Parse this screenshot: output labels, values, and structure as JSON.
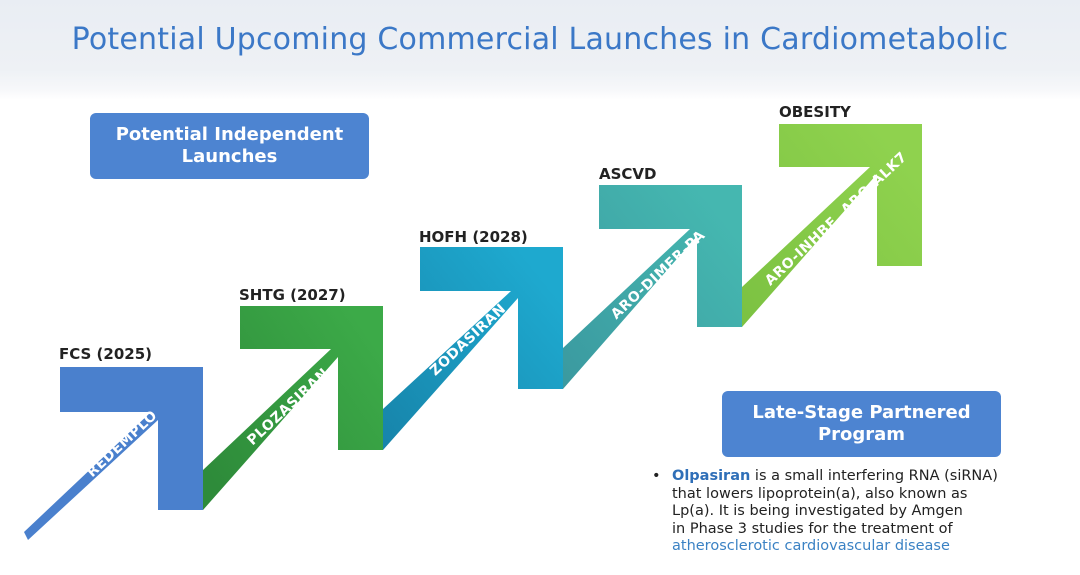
{
  "title": "Potential Upcoming Commercial Launches in Cardiometabolic",
  "badges": {
    "independent": [
      "Potential Independent",
      "Launches"
    ],
    "partnered": [
      "Late-Stage Partnered",
      "Program"
    ]
  },
  "stages": [
    {
      "label": "FCS (2025)",
      "drug": "REDEMPLO"
    },
    {
      "label": "SHTG (2027)",
      "drug": "PLOZASIRAN"
    },
    {
      "label": "HOFH (2028)",
      "drug": "ZODASIRAN"
    },
    {
      "label": "ASCVD",
      "drug": "ARO-DIMER-PA"
    },
    {
      "label": "OBESITY",
      "drug": "ARO-INHBE, ARO-ALK7"
    }
  ],
  "colors": {
    "title": "#3b78c7",
    "badge": "#4d84d1",
    "step_1": "#4a80cd",
    "step_2": "#3caa48",
    "step_3": "#1ea9cf",
    "step_4": "#45b7b0",
    "step_5": "#8fd24e"
  },
  "note": {
    "bullet": "•",
    "drug": "Olpasiran",
    "lines": [
      " is a small interfering RNA (siRNA)",
      "that lowers lipoprotein(a), also known as",
      "Lp(a). It is being investigated by Amgen",
      "in Phase 3 studies for the treatment of"
    ],
    "link_text": "atherosclerotic cardiovascular disease"
  }
}
